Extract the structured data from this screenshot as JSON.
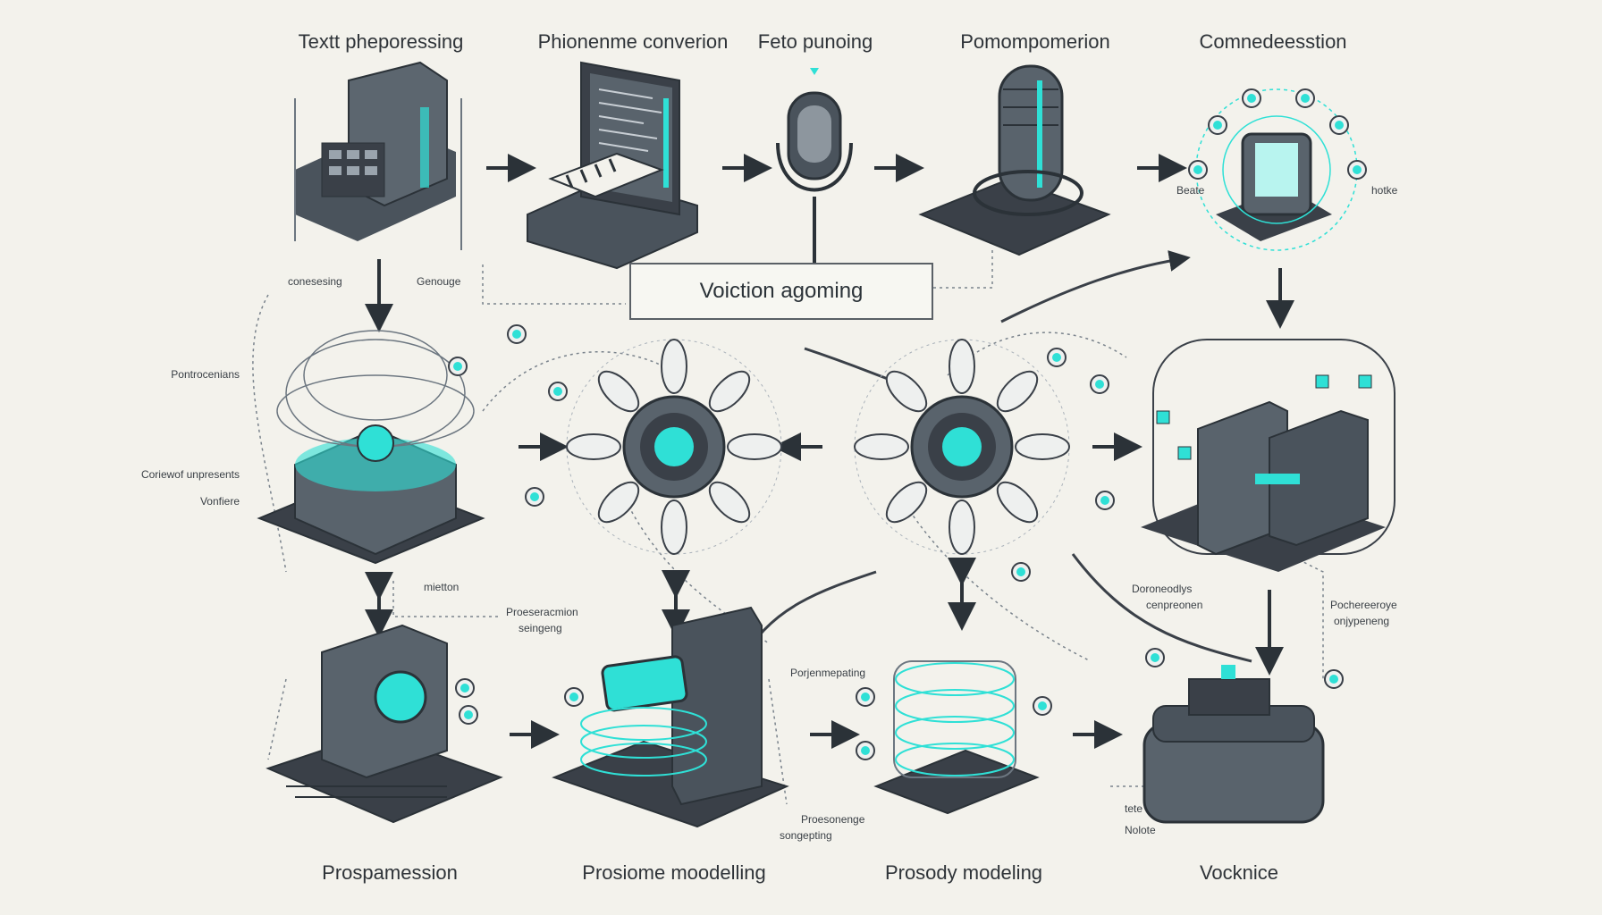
{
  "stages": {
    "top": [
      "Textt pheporessing",
      "Phionenme converion",
      "Feto punoing",
      "Pomompomerion",
      "Comnedeesstion"
    ],
    "bottom": [
      "Prospamession",
      "Prosiome moodelling",
      "Prosody modeling",
      "Vocknice"
    ]
  },
  "banner": "Voiction agoming",
  "side_labels": {
    "conesing": "conesesing",
    "gonouge": "Genouge",
    "pontrocenians": "Pontrocenians",
    "context_unpresents": "Coriewof unpresents",
    "vonliere": "Vonfiere",
    "mietton": "mietton",
    "proeseracmion": "Proeseracmion",
    "seingeng": "seingeng",
    "porjemnpating": "Porjenmepating",
    "proesonenge": "Proesonenge",
    "songepting": "songepting",
    "dovonmeodlys": "Doroneodlys",
    "cenpreonen": "cenpreonen",
    "pocheoseoye": "Pochereeroye",
    "onppeneng": "onjypeneng",
    "beate": "Beate",
    "hotke": "hotke",
    "tete": "tete",
    "nolote": "Nolote"
  },
  "colors": {
    "accent": "#2fe0d6",
    "dark": "#3a4048",
    "mid": "#6c7680",
    "light": "#aab2ba",
    "background": "#f3f2ec"
  }
}
